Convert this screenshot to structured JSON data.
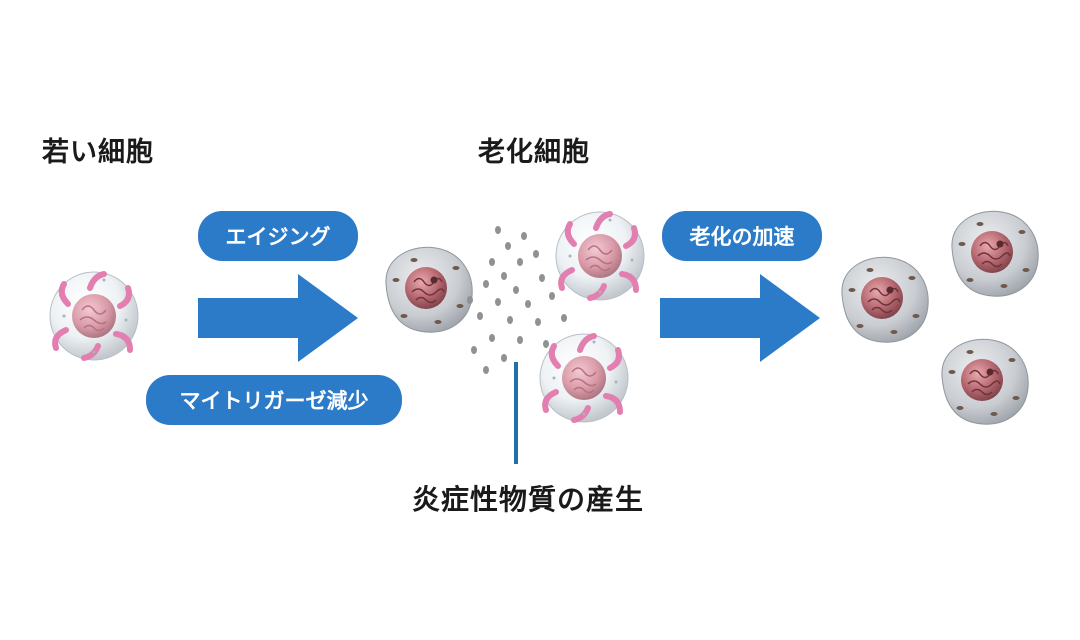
{
  "labels": {
    "young_cell": "若い細胞",
    "aged_cell": "老化細胞",
    "aging": "エイジング",
    "mitoligase_decrease": "マイトリガーゼ減少",
    "accelerated_aging": "老化の加速",
    "inflammatory_substances": "炎症性物質の産生"
  },
  "colors": {
    "arrow": "#2b7bc8",
    "pill": "#2b7bc8",
    "nucleus": "#b86a72",
    "young_mitochondria": "#e27fb0",
    "aged_cell_body": "#c9ccd1",
    "inflammatory_dots": "#8e9294",
    "leader_line": "#1f6fa8"
  },
  "icons": [
    "young-cell-icon",
    "aged-cell-icon",
    "right-arrow-icon",
    "inflammatory-particles-icon"
  ]
}
